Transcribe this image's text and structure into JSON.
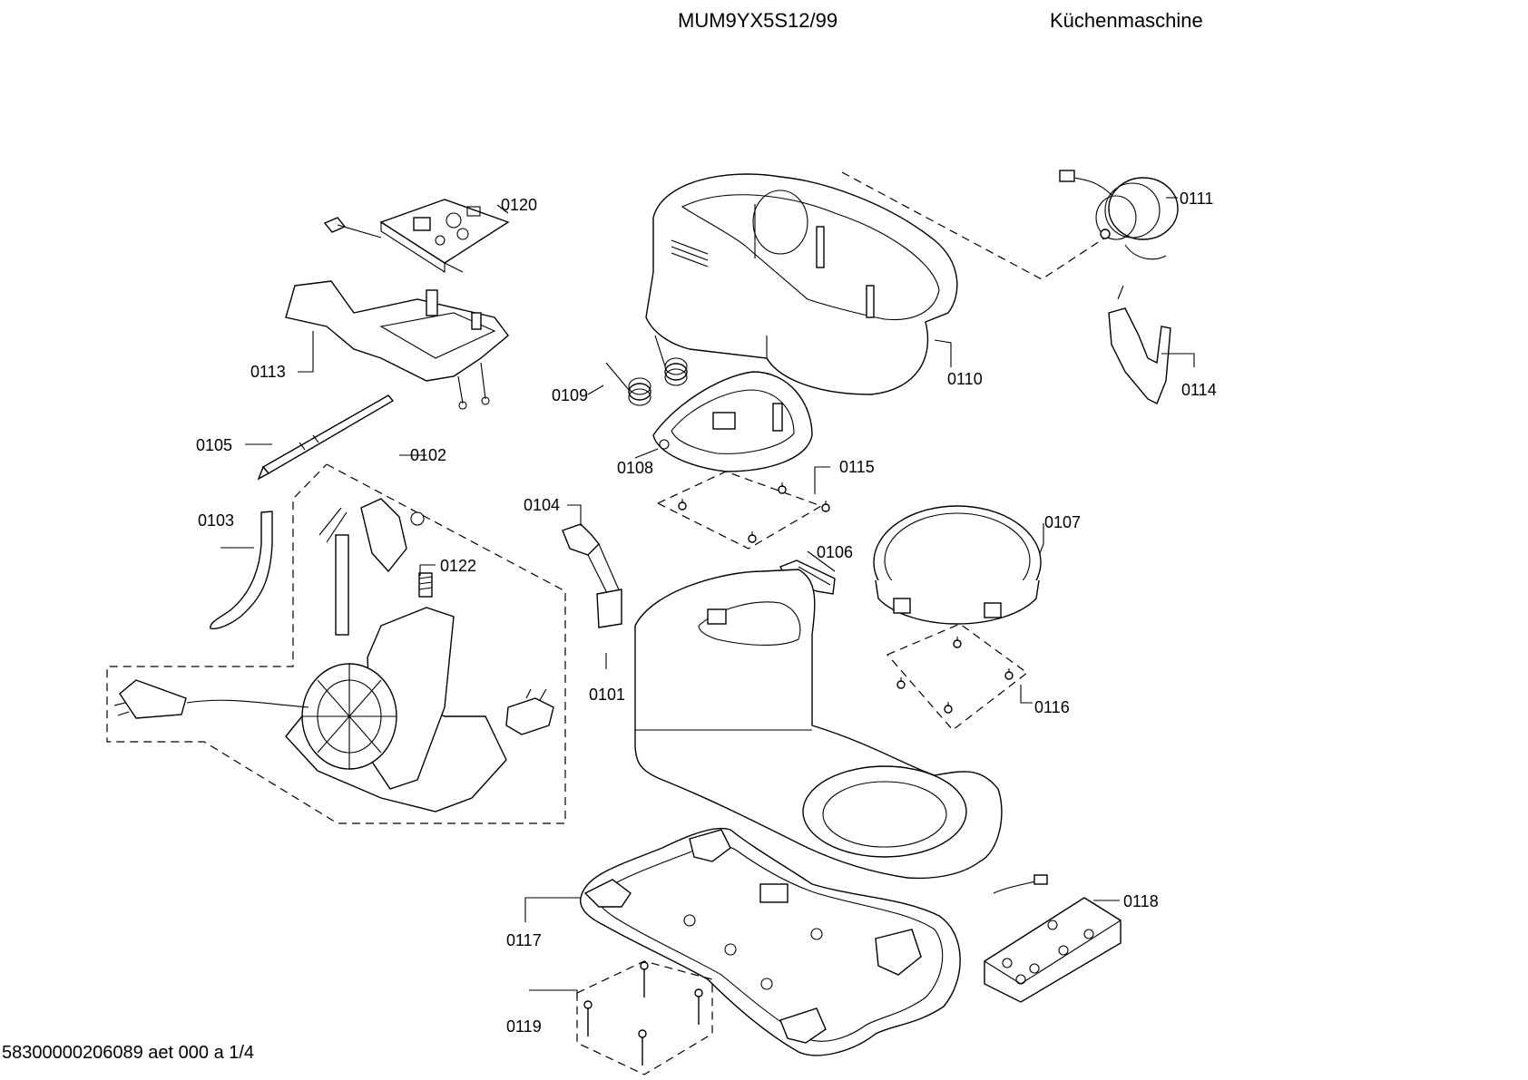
{
  "header": {
    "model": "MUM9YX5S12/99",
    "title": "Küchenmaschine"
  },
  "footer": {
    "doc_id": "58300000206089 aet 000 a 1/4"
  },
  "parts": [
    {
      "id": "0120"
    },
    {
      "id": "0113"
    },
    {
      "id": "0105"
    },
    {
      "id": "0102"
    },
    {
      "id": "0103"
    },
    {
      "id": "0122"
    },
    {
      "id": "0104"
    },
    {
      "id": "0101"
    },
    {
      "id": "0109"
    },
    {
      "id": "0108"
    },
    {
      "id": "0115"
    },
    {
      "id": "0106"
    },
    {
      "id": "0110"
    },
    {
      "id": "0111"
    },
    {
      "id": "0114"
    },
    {
      "id": "0107"
    },
    {
      "id": "0116"
    },
    {
      "id": "0117"
    },
    {
      "id": "0118"
    },
    {
      "id": "0119"
    }
  ]
}
